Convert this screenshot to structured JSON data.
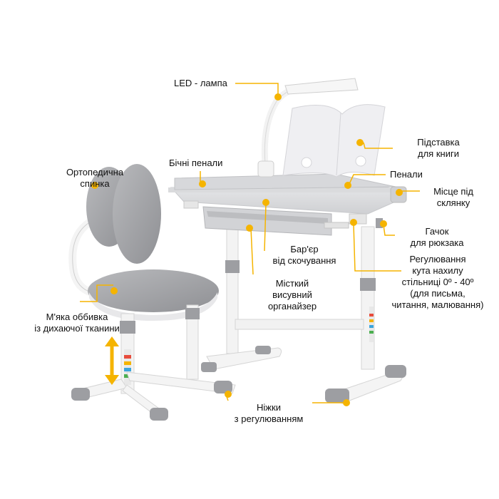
{
  "accent_color": "#f5b400",
  "product_color": "#a9aaad",
  "frame_color": "#eeeeee",
  "callouts": {
    "led_lamp": "LED - лампа",
    "book_stand": [
      "Підставка",
      "для книги"
    ],
    "side_trays": "Бічні пенали",
    "trays": "Пенали",
    "cup_holder": [
      "Місце під",
      "склянку"
    ],
    "backpack_hook": [
      "Гачок",
      "для рюкзака"
    ],
    "orthopedic_back": [
      "Ортопедична",
      "спинка"
    ],
    "barrier": [
      "Бар'єр",
      "від скочування"
    ],
    "tilt": [
      "Регулювання",
      "кута нахилу",
      "стільниці 0º - 40º",
      "(для письма,",
      "читання, малювання)"
    ],
    "organizer": [
      "Місткий",
      "висувний",
      "органайзер"
    ],
    "upholstery": [
      "М'яка оббивка",
      "із дихаючої тканини"
    ],
    "legs": [
      "Ніжки",
      "з регулюванням"
    ]
  }
}
